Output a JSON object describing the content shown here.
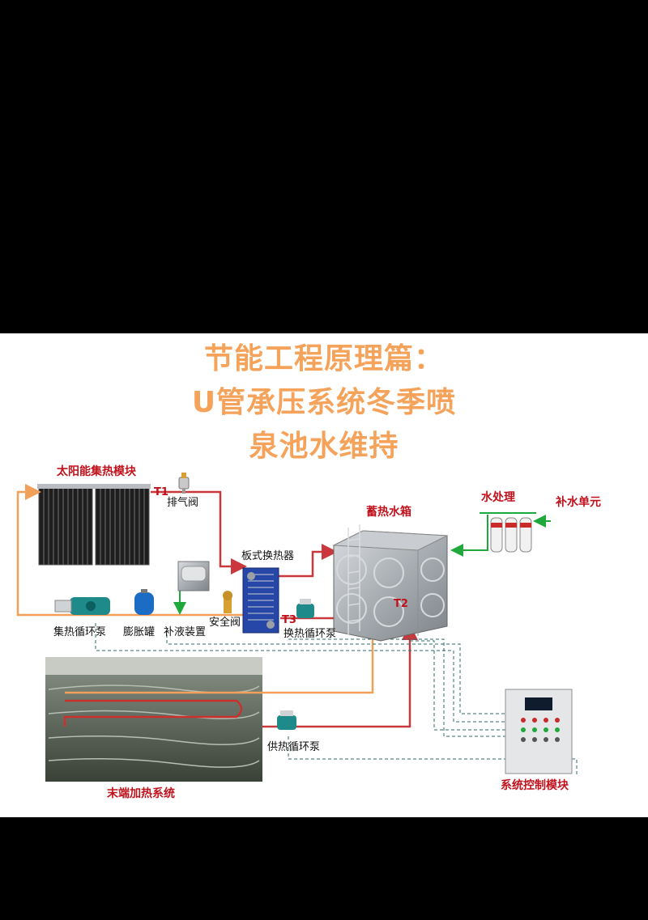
{
  "title": {
    "line1": "节能工程原理篇：",
    "line2": "U管承压系统冬季喷",
    "line3": "泉池水维持"
  },
  "modules": {
    "solar": "太阳能集热模块",
    "storage_tank": "蓄热水箱",
    "water_treatment": "水处理",
    "makeup_unit": "补水单元",
    "terminal_heating": "末端加热系统",
    "control": "系统控制模块"
  },
  "components": {
    "vent_valve": "排气阀",
    "plate_exchanger": "板式换热器",
    "collector_pump": "集热循环泵",
    "expansion_tank": "膨胀罐",
    "fluid_makeup": "补液装置",
    "safety_valve": "安全阀",
    "exchange_pump": "换热循环泵",
    "supply_pump": "供热循环泵"
  },
  "sensors": {
    "t1": "T1",
    "t2": "T2",
    "t3": "T3"
  },
  "colors": {
    "title": "#f5a25a",
    "hot_pipe": "#c8383c",
    "warm_pipe": "#f0a058",
    "makeup_pipe": "#1fa83c",
    "signal_line": "#2f6a6a",
    "label_red": "#c0121c"
  }
}
